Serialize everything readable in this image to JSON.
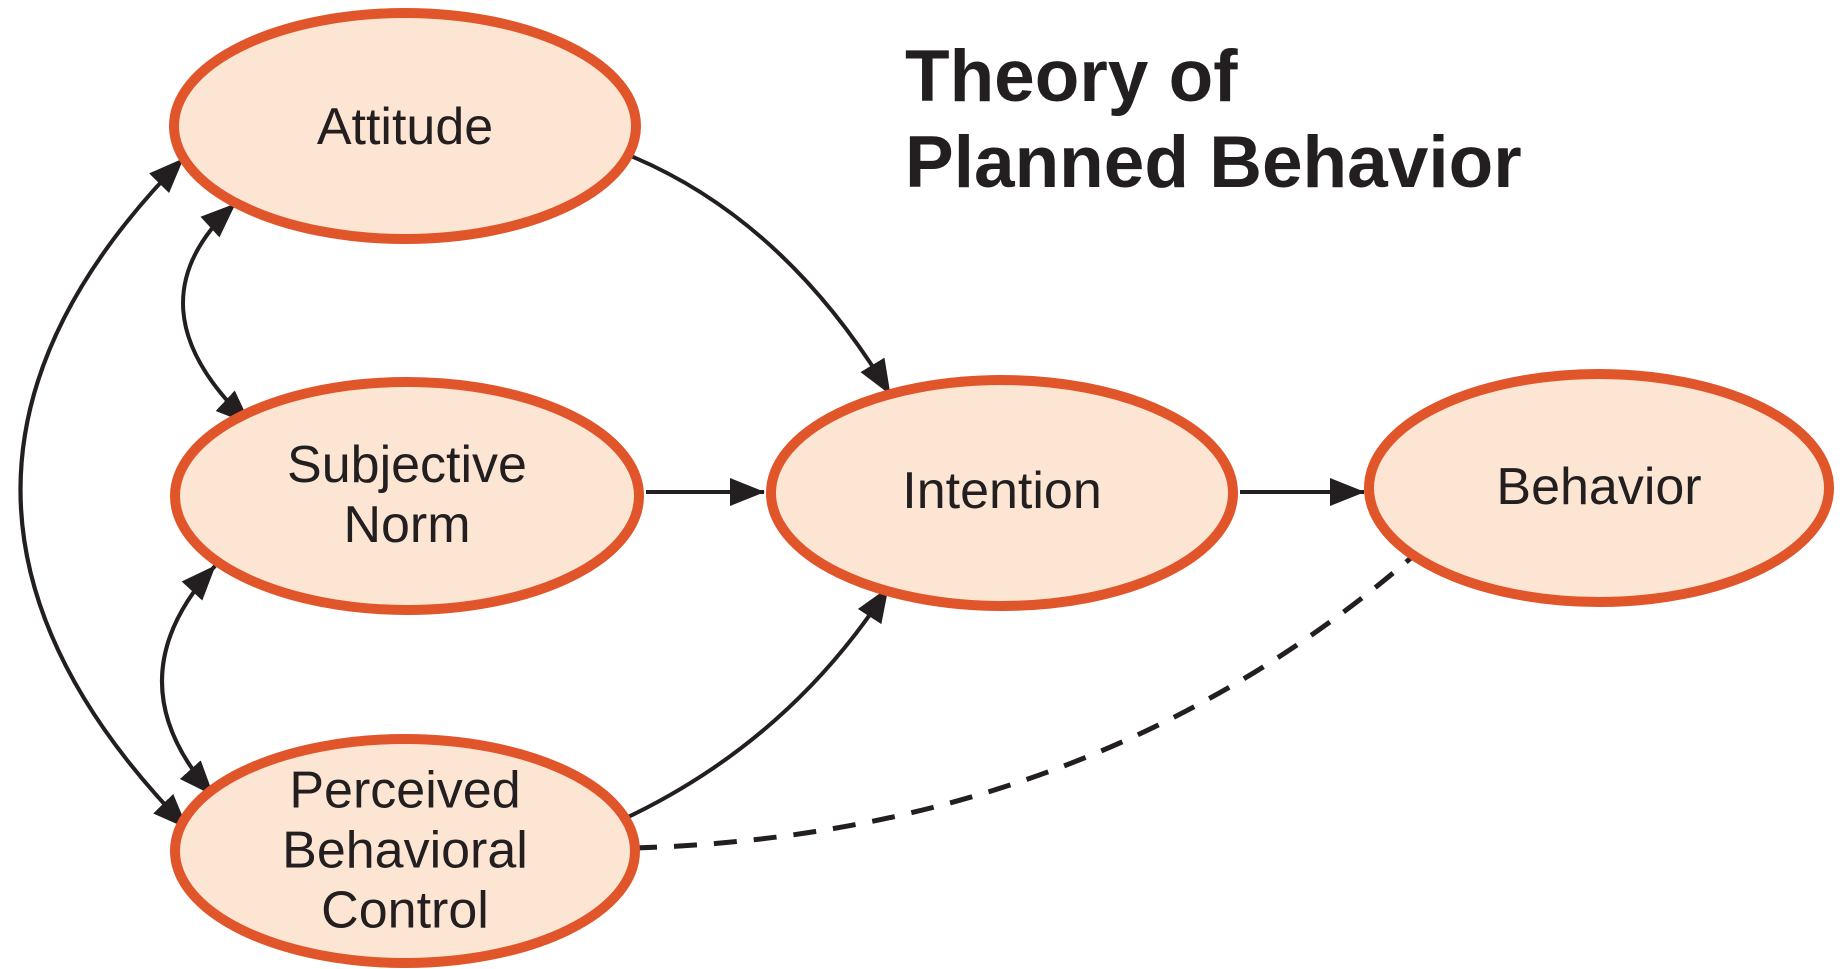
{
  "title": "Theory of\nPlanned Behavior",
  "nodes": {
    "attitude": {
      "label": "Attitude"
    },
    "subjective_norm": {
      "label": "Subjective\nNorm"
    },
    "perceived_behavioral_control": {
      "label": "Perceived\nBehavioral\nControl"
    },
    "intention": {
      "label": "Intention"
    },
    "behavior": {
      "label": "Behavior"
    }
  },
  "edges": [
    {
      "from": "attitude",
      "to": "subjective_norm",
      "line": "solid",
      "arrowheads": "both"
    },
    {
      "from": "subjective_norm",
      "to": "perceived_behavioral_control",
      "line": "solid",
      "arrowheads": "both"
    },
    {
      "from": "attitude",
      "to": "perceived_behavioral_control",
      "line": "solid",
      "arrowheads": "both"
    },
    {
      "from": "attitude",
      "to": "intention",
      "line": "solid",
      "arrowheads": "end"
    },
    {
      "from": "subjective_norm",
      "to": "intention",
      "line": "solid",
      "arrowheads": "end"
    },
    {
      "from": "perceived_behavioral_control",
      "to": "intention",
      "line": "solid",
      "arrowheads": "end"
    },
    {
      "from": "intention",
      "to": "behavior",
      "line": "solid",
      "arrowheads": "end"
    },
    {
      "from": "perceived_behavioral_control",
      "to": "behavior",
      "line": "dashed",
      "arrowheads": "none"
    }
  ],
  "colors": {
    "node_fill": "#FCE5D3",
    "node_border": "#E1552B",
    "arrow": "#231F20",
    "text": "#231F20",
    "background": "#FFFFFF"
  }
}
